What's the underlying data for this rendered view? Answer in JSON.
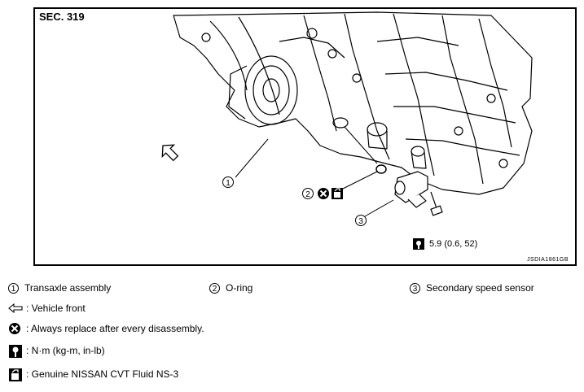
{
  "figure": {
    "section": "SEC. 319",
    "code": "JSDIA1861GB",
    "callouts": [
      "1",
      "2",
      "3"
    ],
    "torque_value": "5.9 (0.6, 52)"
  },
  "legend": {
    "items": [
      {
        "num": "1",
        "label": "Transaxle assembly"
      },
      {
        "num": "2",
        "label": "O-ring"
      },
      {
        "num": "3",
        "label": "Secondary speed sensor"
      }
    ],
    "symbols": [
      {
        "icon": "vehicle-front-arrow-icon",
        "label": ": Vehicle front"
      },
      {
        "icon": "always-replace-icon",
        "label": ": Always replace after every disassembly."
      },
      {
        "icon": "torque-wrench-icon",
        "label": ": N·m (kg-m, in-lb)"
      },
      {
        "icon": "fluid-can-icon",
        "label": ": Genuine NISSAN CVT Fluid NS-3"
      }
    ]
  }
}
